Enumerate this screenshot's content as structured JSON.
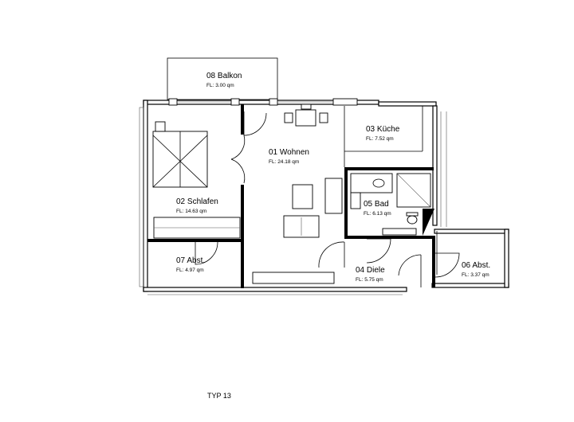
{
  "plan_title": "TYP 13",
  "rooms": [
    {
      "name": "01 Wohnen",
      "area": "FL:  24.18  qm"
    },
    {
      "name": "02 Schlafen",
      "area": "FL:  14.63  qm"
    },
    {
      "name": "03 Küche",
      "area": "FL:  7.52  qm"
    },
    {
      "name": "04 Diele",
      "area": "FL:  5.75  qm"
    },
    {
      "name": "05 Bad",
      "area": "FL:  6.13  qm"
    },
    {
      "name": "06 Abst.",
      "area": "FL:  3.37  qm"
    },
    {
      "name": "07 Abst.",
      "area": "FL:  4.97  qm"
    },
    {
      "name": "08 Balkon",
      "area": "FL:  3.00  qm"
    }
  ]
}
